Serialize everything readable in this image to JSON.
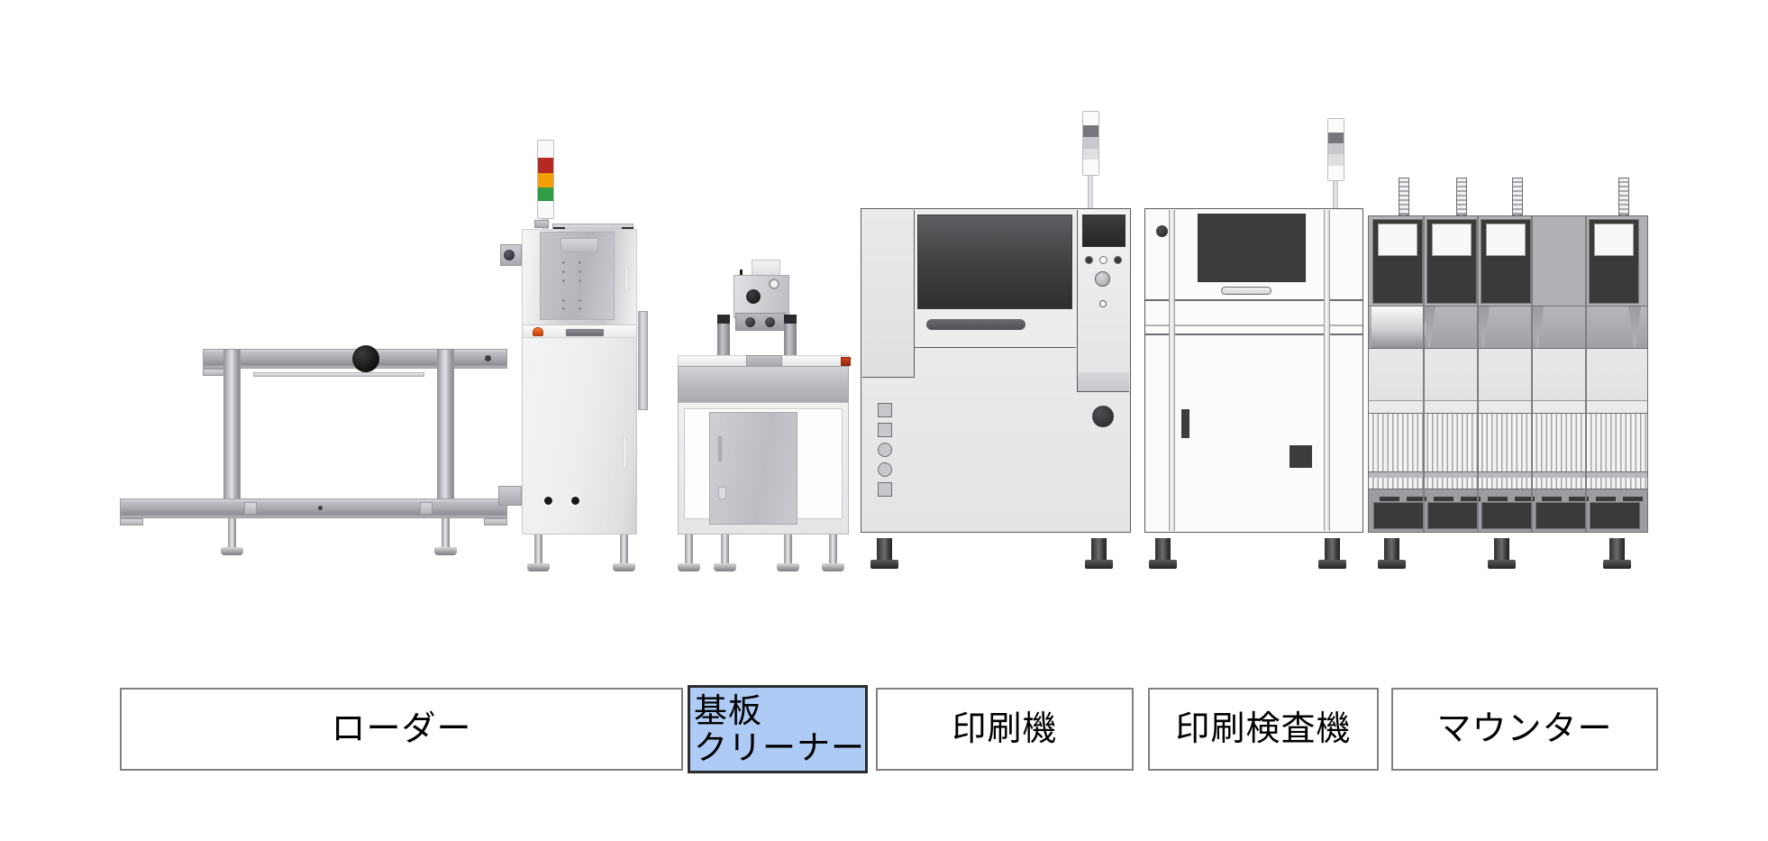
{
  "app": {
    "title": "SMT Line Machine Selector",
    "background_color": "#ffffff"
  },
  "colors": {
    "selected_button_fill": "#aecbf5",
    "selected_button_border": "#2b2b2b",
    "button_fill": "#ffffff",
    "button_border": "#808080",
    "text": "#000000",
    "signal_red": "#b42a20",
    "signal_orange": "#f2a007",
    "signal_green": "#2f9e44",
    "machine_light_gray": "#eceded",
    "machine_mid_gray": "#b8b9bc",
    "machine_dark": "#3a3a3a"
  },
  "machine_row": {
    "label": "SMT production line equipment elevation view",
    "machines": [
      {
        "id": "loader",
        "name": "loader-machine",
        "caption": "ローダー",
        "description": "Conveyor loader frame with roller"
      },
      {
        "id": "board-cleaner",
        "name": "board-cleaner-machine",
        "caption": "基板クリーナー",
        "description": "Board cleaner cabinet with signal tower",
        "selected": true,
        "signal_tower": [
          "white",
          "red",
          "orange",
          "green",
          "white"
        ]
      },
      {
        "id": "head-unit",
        "name": "head-unit-machine",
        "caption": "",
        "description": "Open frame unit with overhead head assembly"
      },
      {
        "id": "printer",
        "name": "screen-printer-machine",
        "caption": "印刷機",
        "description": "Solder paste screen printer with control panel",
        "signal_tower": [
          "white",
          "dark gray",
          "light gray",
          "light gray",
          "white"
        ]
      },
      {
        "id": "print-inspection",
        "name": "print-inspection-machine",
        "caption": "印刷検査機",
        "description": "Solder paste inspection machine with monitor",
        "signal_tower": [
          "white",
          "dark gray",
          "light gray",
          "light gray",
          "white"
        ]
      },
      {
        "id": "mounter",
        "name": "mounter-machine",
        "caption": "マウンター",
        "description": "Multi-module chip mounter with feeder banks",
        "modules": 5
      }
    ]
  },
  "buttonbar": {
    "name": "machine-selector-tabs",
    "selected_index": 1,
    "buttons": [
      {
        "id": "loader",
        "label": "ローダー",
        "label_line1": "ローダー",
        "label_line2": "",
        "selected": false
      },
      {
        "id": "board-cleaner",
        "label": "基板クリーナー",
        "label_line1": "基板",
        "label_line2": "クリーナー",
        "selected": true
      },
      {
        "id": "printer",
        "label": "印刷機",
        "label_line1": "印刷機",
        "label_line2": "",
        "selected": false
      },
      {
        "id": "print-inspection",
        "label": "印刷検査機",
        "label_line1": "印刷検査機",
        "label_line2": "",
        "selected": false
      },
      {
        "id": "mounter",
        "label": "マウンター",
        "label_line1": "マウンター",
        "label_line2": "",
        "selected": false
      }
    ]
  }
}
